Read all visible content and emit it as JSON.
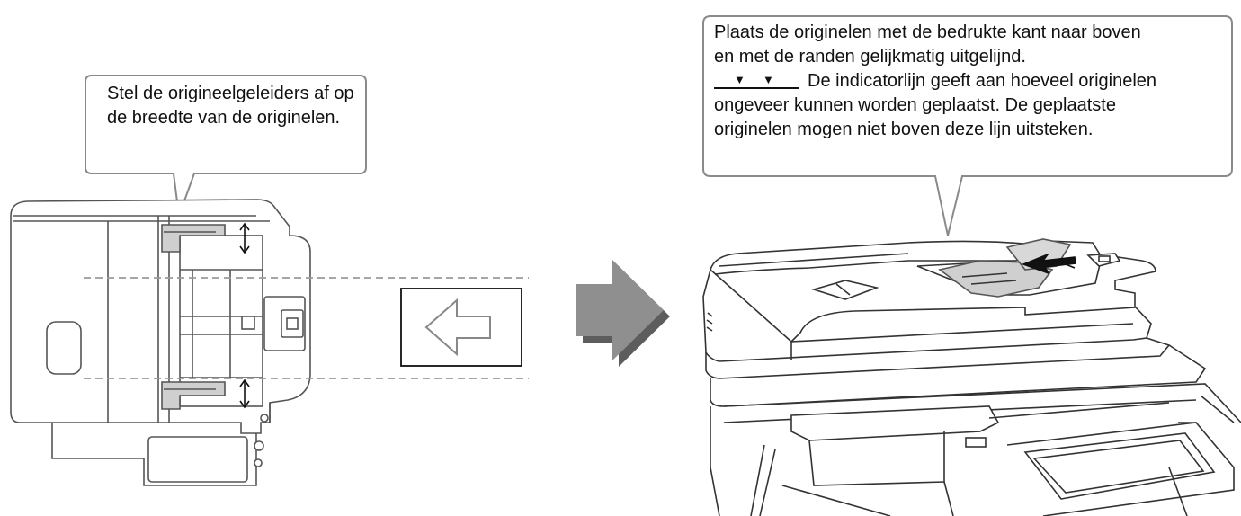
{
  "callouts": {
    "left": {
      "text": "Stel de origineelgeleiders af op de breedte van de originelen."
    },
    "right": {
      "line1": "Plaats de originelen met de bedrukte kant naar boven",
      "line2": "en met de randen gelijkmatig uitgelijnd.",
      "indicator_text": "De indicatorlijn geeft aan hoeveel originelen",
      "line4": "ongeveer kunnen worden geplaatst. De geplaatste",
      "line5": "originelen mogen niet boven deze lijn uitsteken."
    }
  },
  "icons": {
    "indicator_marker": "indicator-line-triangles-icon",
    "view_direction_arrow": "left-arrow-icon",
    "transition_arrow": "right-arrow-icon"
  },
  "colors": {
    "line": "#555555",
    "callout_border": "#8a8a8a",
    "dashed": "#999999",
    "arrow_fill": "#8f8f8f",
    "arrow_shadow": "#5d5d5d",
    "paper_fill": "#cfcfcf"
  }
}
